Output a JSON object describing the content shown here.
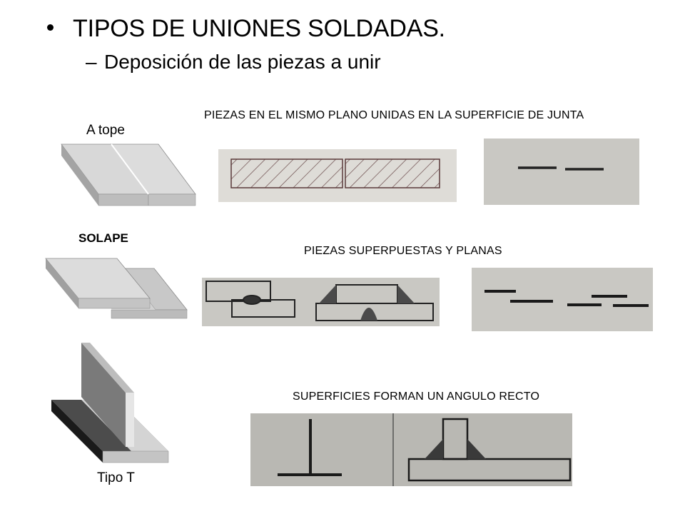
{
  "slide": {
    "title": "TIPOS DE UNIONES SOLDADAS.",
    "subtitle": "Deposición de las piezas a unir"
  },
  "rows": [
    {
      "label": "A tope",
      "caption": "PIEZAS EN EL MISMO PLANO UNIDAS EN LA SUPERFICIE DE JUNTA"
    },
    {
      "label": "SOLAPE",
      "caption": "PIEZAS SUPERPUESTAS Y PLANAS"
    },
    {
      "label": "Tipo T",
      "caption": "SUPERFICIES FORMAN UN ANGULO RECTO"
    }
  ],
  "colors": {
    "plate_top": "#d9d9d9",
    "plate_side": "#9a9a9a",
    "photo_bg": "#c9c8c3",
    "ink": "#2a2a2a"
  }
}
